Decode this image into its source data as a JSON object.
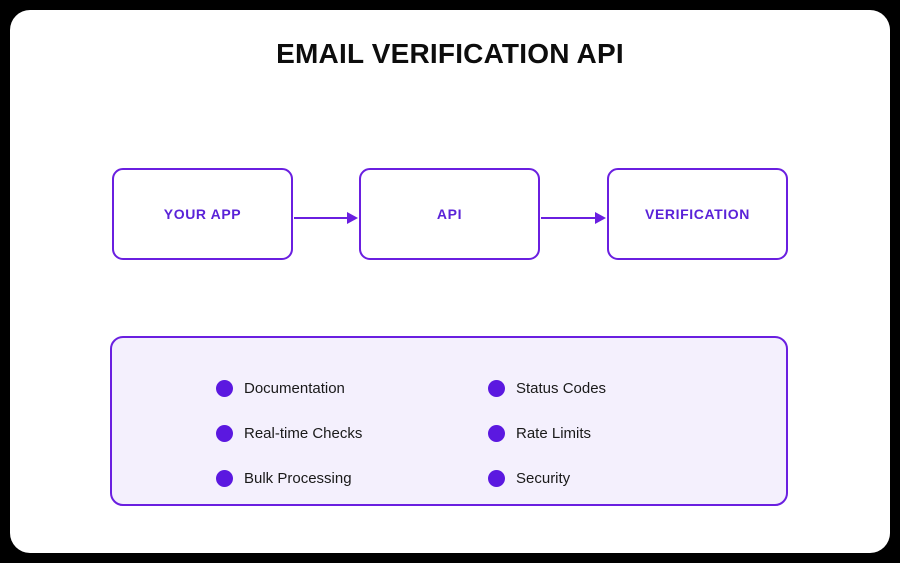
{
  "card": {
    "title": "EMAIL VERIFICATION API"
  },
  "flow": {
    "steps": [
      {
        "label": "YOUR APP"
      },
      {
        "label": "API"
      },
      {
        "label": "VERIFICATION"
      }
    ],
    "connectors": [
      {
        "icon": "arrow-right-icon"
      },
      {
        "icon": "arrow-right-icon"
      }
    ]
  },
  "features": {
    "items": [
      {
        "label": "Documentation",
        "bullet": "bullet-dot-icon"
      },
      {
        "label": "Status Codes",
        "bullet": "bullet-dot-icon"
      },
      {
        "label": "Real-time Checks",
        "bullet": "bullet-dot-icon"
      },
      {
        "label": "Rate Limits",
        "bullet": "bullet-dot-icon"
      },
      {
        "label": "Bulk Processing",
        "bullet": "bullet-dot-icon"
      },
      {
        "label": "Security",
        "bullet": "bullet-dot-icon"
      }
    ]
  },
  "colors": {
    "accent": "#6A1FE0",
    "accent_text": "#5A22D8",
    "bullet": "#5B18E0",
    "panel_background": "#F4F0FD",
    "card_background": "#FFFFFF",
    "page_background": "#000000",
    "title_text": "#0D0D0D",
    "feature_text": "#1A1A1A"
  }
}
